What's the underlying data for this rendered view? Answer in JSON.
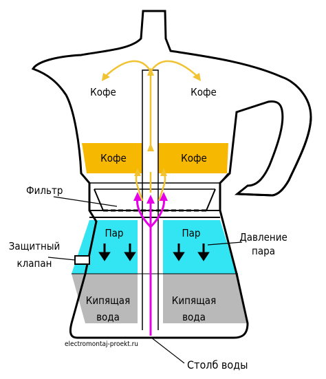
{
  "labels": {
    "coffee_top_left": "Кофе",
    "coffee_top_right": "Кофе",
    "coffee_mid_left": "Кофе",
    "coffee_mid_right": "Кофе",
    "filter": "Фильтр",
    "steam_left": "Пар",
    "steam_right": "Пар",
    "steam_pressure_line1": "Давление",
    "steam_pressure_line2": "пара",
    "safety_valve_line1": "Защитный",
    "safety_valve_line2": "клапан",
    "boiling_left_line1": "Кипящая",
    "boiling_left_line2": "вода",
    "boiling_right_line1": "Кипящая",
    "boiling_right_line2": "вода",
    "water_column": "Столб воды",
    "watermark": "electromontaj-proekt.ru"
  },
  "colors": {
    "coffee": "#f6b800",
    "steam": "#33e4f2",
    "water": "#b9b9b9",
    "flow_up": "#f1c232",
    "flow_pressure": "#e600e6",
    "outline": "#000000"
  }
}
